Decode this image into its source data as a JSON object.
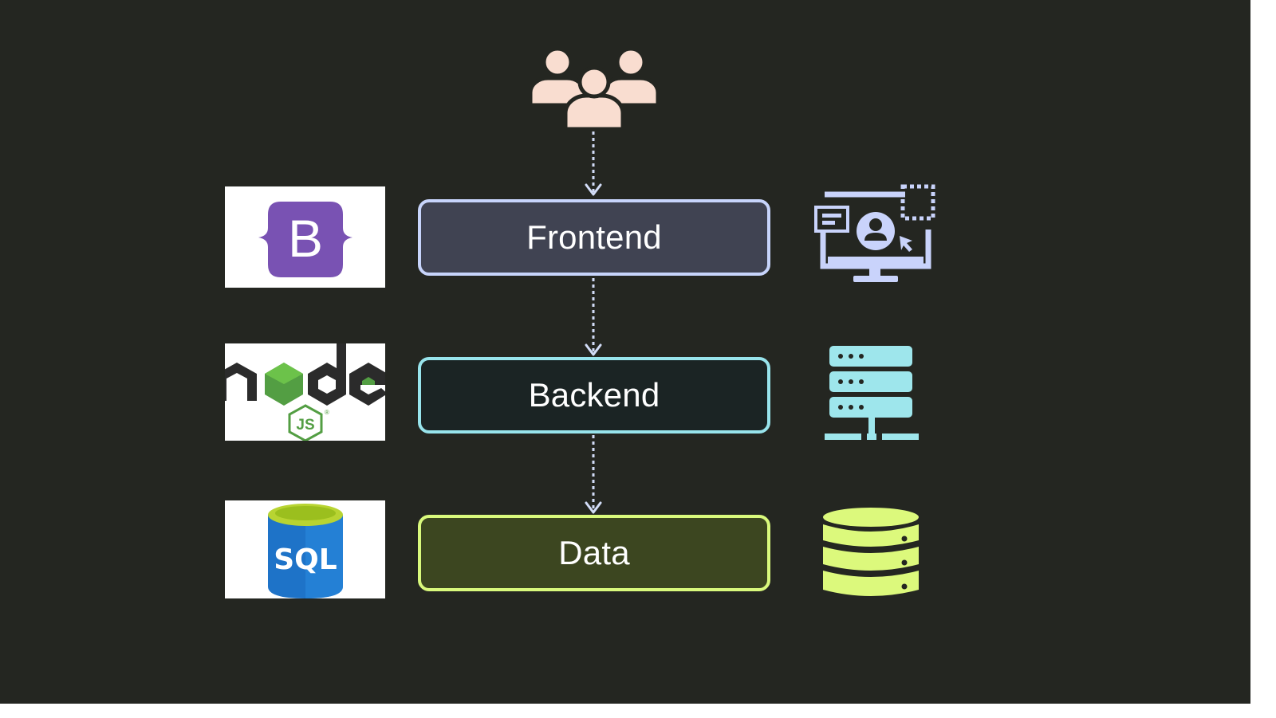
{
  "colors": {
    "background": "#242621",
    "users_icon": "#f9ddd0",
    "arrow": "#d2dcf7",
    "frontend_border": "#c7d4fb",
    "frontend_fill": "#404352",
    "backend_border": "#98e4ec",
    "backend_fill": "#1b2424",
    "data_border": "#d9f97c",
    "data_fill": "#3c4620",
    "monitor_icon": "#c9d3fb",
    "server_icon": "#9ee6ec",
    "database_icon": "#dcf97c",
    "bootstrap_purple": "#7952b3",
    "node_green": "#539e43",
    "sql_blue": "#1e73c8"
  },
  "icons": {
    "users": "users-group-icon",
    "frontend": "monitor-user-icon",
    "backend": "server-stack-icon",
    "data": "database-icon"
  },
  "logos": {
    "bootstrap": {
      "letter": "B"
    },
    "node": {
      "wordmark": "node",
      "badge": "JS",
      "registered": "®"
    },
    "sql": {
      "label": "SQL"
    }
  },
  "tiers": [
    {
      "label": "Frontend"
    },
    {
      "label": "Backend"
    },
    {
      "label": "Data"
    }
  ]
}
